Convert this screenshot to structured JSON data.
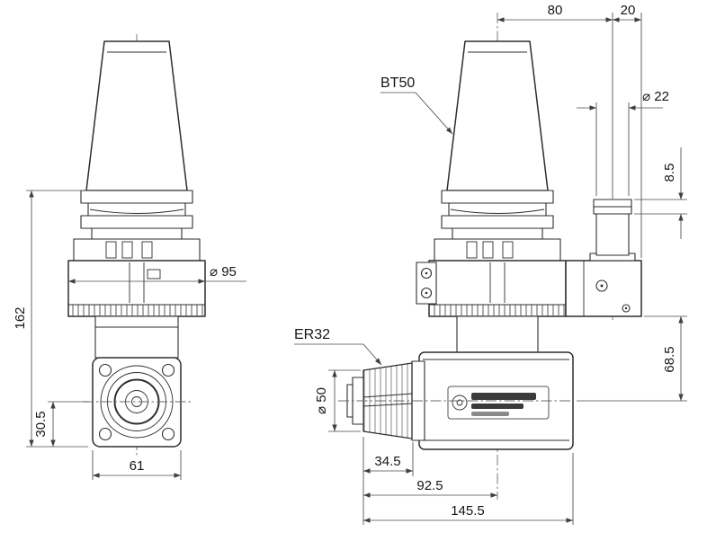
{
  "front_view": {
    "dims": {
      "height": "162",
      "center_to_bottom": "30.5",
      "width": "61",
      "body_diameter": "⌀ 95"
    }
  },
  "side_view": {
    "labels": {
      "taper": "BT50",
      "collet": "ER32"
    },
    "dims": {
      "center_to_rod": "80",
      "rod_to_edge": "20",
      "rod_diameter": "⌀ 22",
      "cap_height": "8.5",
      "flange_to_center": "68.5",
      "nut_diameter": "⌀ 50",
      "nut_length": "34.5",
      "face_to_center": "92.5",
      "overall_length": "145.5"
    }
  }
}
